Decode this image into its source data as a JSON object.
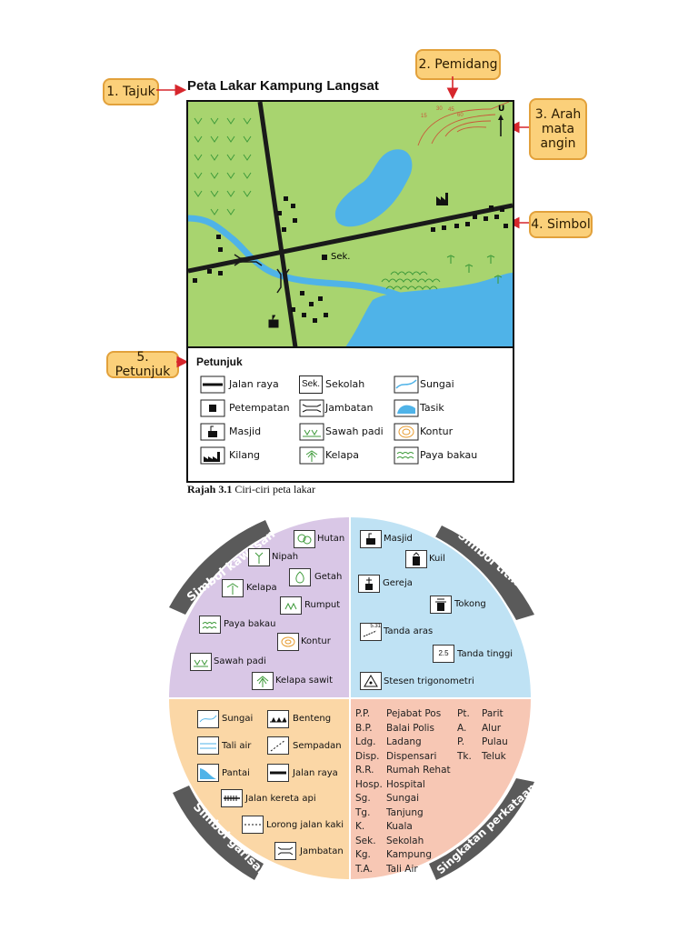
{
  "callouts": {
    "tajuk": "1. Tajuk",
    "pemidang": "2. Pemidang",
    "arah": [
      "3. Arah",
      "mata",
      "angin"
    ],
    "simbol": "4. Simbol",
    "petunjuk": "5. Petunjuk"
  },
  "map": {
    "title": "Peta Lakar Kampung Langsat",
    "school_label": "Sek.",
    "north_label": "U",
    "contour_labels": [
      "15",
      "30",
      "45",
      "60"
    ]
  },
  "legend": {
    "title": "Petunjuk",
    "items": [
      {
        "label": "Jalan raya"
      },
      {
        "label": "Sekolah",
        "box_text": "Sek."
      },
      {
        "label": "Sungai"
      },
      {
        "label": "Petempatan"
      },
      {
        "label": "Jambatan"
      },
      {
        "label": "Tasik"
      },
      {
        "label": "Masjid"
      },
      {
        "label": "Sawah padi"
      },
      {
        "label": "Kontur"
      },
      {
        "label": "Kilang"
      },
      {
        "label": "Kelapa"
      },
      {
        "label": "Paya bakau"
      }
    ]
  },
  "caption": {
    "number": "Rajah 3.1",
    "text": "Ciri-ciri peta lakar"
  },
  "circle": {
    "quadrant_titles": {
      "kawasan": "Simbol kawasan",
      "titik": "Simbol titik",
      "garisan": "Simbol garisan",
      "singkatan": "Singkatan perkataan"
    },
    "kawasan": [
      "Hutan",
      "Nipah",
      "Getah",
      "Kelapa",
      "Rumput",
      "Paya bakau",
      "Kontur",
      "Sawah padi",
      "Kelapa sawit"
    ],
    "titik": [
      "Masjid",
      "Kuil",
      "Gereja",
      "Tokong",
      "Tanda aras",
      "Tanda tinggi",
      "Stesen trigonometri"
    ],
    "titik_box_text": {
      "tanda_aras": "5.31",
      "tanda_tinggi": "2.5"
    },
    "garisan": [
      "Sungai",
      "Benteng",
      "Tali air",
      "Sempadan",
      "Pantai",
      "Jalan raya",
      "Jalan kereta api",
      "Lorong jalan kaki",
      "Jambatan"
    ],
    "singkatan_left": [
      {
        "abbr": "P.P.",
        "word": "Pejabat Pos"
      },
      {
        "abbr": "B.P.",
        "word": "Balai Polis"
      },
      {
        "abbr": "Ldg.",
        "word": "Ladang"
      },
      {
        "abbr": "Disp.",
        "word": "Dispensari"
      },
      {
        "abbr": "R.R.",
        "word": "Rumah Rehat"
      },
      {
        "abbr": "Hosp.",
        "word": "Hospital"
      },
      {
        "abbr": "Sg.",
        "word": "Sungai"
      },
      {
        "abbr": "Tg.",
        "word": "Tanjung"
      },
      {
        "abbr": "K.",
        "word": "Kuala"
      },
      {
        "abbr": "Sek.",
        "word": "Sekolah"
      },
      {
        "abbr": "Kg.",
        "word": "Kampung"
      },
      {
        "abbr": "T.A.",
        "word": "Tali Air"
      }
    ],
    "singkatan_right": [
      {
        "abbr": "Pt.",
        "word": "Parit"
      },
      {
        "abbr": "A.",
        "word": "Alur"
      },
      {
        "abbr": "P.",
        "word": "Pulau"
      },
      {
        "abbr": "Tk.",
        "word": "Teluk"
      }
    ]
  },
  "colors": {
    "callout_fill": "#fbd07a",
    "callout_border": "#e2a13b",
    "arrow": "#d6262c",
    "map_green": "#a8d46f",
    "water": "#4fb3e8",
    "paddy": "#5bb548",
    "contour": "#c85a3a",
    "q_kawasan": "#d9c7e6",
    "q_titik": "#bfe2f4",
    "q_garisan": "#fbd7a6",
    "q_singkatan": "#f7c7b4",
    "tab": "#5a5a5a"
  }
}
